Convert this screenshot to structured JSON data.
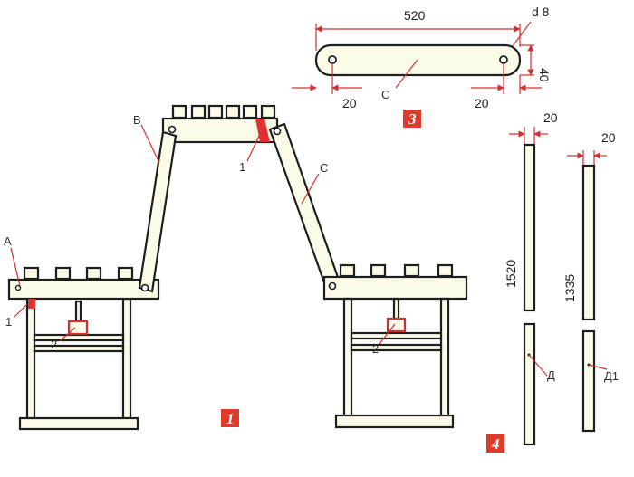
{
  "colors": {
    "outline": "#1e1e1e",
    "wood": "#fbfbe8",
    "accent_red": "#d03030",
    "badge_red": "#e03a2c"
  },
  "labels": {
    "A": "А",
    "B": "В",
    "C_main": "С",
    "C_link": "С",
    "one_a": "1",
    "one_b": "1",
    "two_a": "2",
    "two_b": "2",
    "D": "Д",
    "D1": "Д1"
  },
  "badges": {
    "fig1": "1",
    "fig3": "3",
    "fig4": "4"
  },
  "dimensions": {
    "length_520": "520",
    "hole_d8": "d 8",
    "width_40": "40",
    "offset_left_20": "20",
    "offset_right_20": "20",
    "leg_d_width": "20",
    "leg_d1_width": "20",
    "leg_d_length": "1520",
    "leg_d1_length": "1335"
  }
}
